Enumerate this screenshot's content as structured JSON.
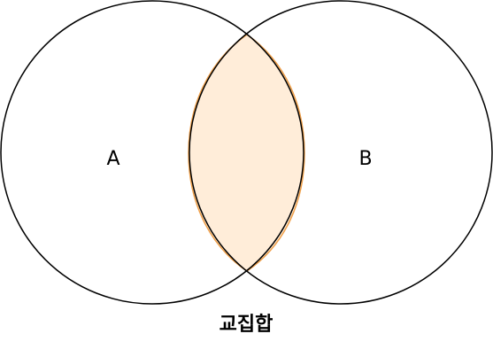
{
  "diagram": {
    "type": "venn",
    "sets": [
      {
        "label": "A"
      },
      {
        "label": "B"
      }
    ],
    "intersection": {
      "label": "교집합",
      "fill_color": "#ffedd9",
      "stroke_color": "#f0a04a"
    },
    "circle_stroke_color": "#000000"
  }
}
